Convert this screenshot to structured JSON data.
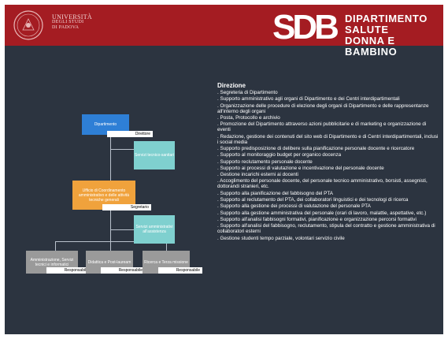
{
  "header": {
    "university_name": [
      "UNIVERSITÀ",
      "DEGLI STUDI",
      "DI PADOVA"
    ],
    "logo_letters": "SDB",
    "department_name": [
      "DIPARTIMENTO SALUTE",
      "DONNA E BAMBINO"
    ]
  },
  "org_chart": {
    "dipartimento": "Dipartimento",
    "direttore": "Direttore",
    "servizi_tecnico_sanitari": "Servizi tecnico-sanitari",
    "ufficio_coordinamento": "Ufficio di Coordinamento amministrativo e delle attività tecniche generali",
    "segretario": "Segretario",
    "servizi_amministrativi": "Servizi amministrativi all'assistenza",
    "units": [
      {
        "name": "Amministrazione, Servizi tecnici e informatici",
        "role": "Responsabile"
      },
      {
        "name": "Didattica e Post-lauream",
        "role": "Responsabile"
      },
      {
        "name": "Ricerca e Terza missione",
        "role": "Responsabile"
      }
    ]
  },
  "direzione": {
    "title": "Direzione",
    "items": [
      ". Segreteria di Dipartimento",
      ". Supporto amministrativo agli organi di Dipartimento e dei Centri interdipartimentali",
      ". Organizzazione delle procedure di elezione degli organi di Dipartimento e delle rappresentanze all'interno degli organi",
      ". Posta, Protocollo e archivio",
      ". Promozione del Dipartimento attraverso azioni pubblicitarie e di marketing e organizzazione di eventi",
      ". Redazione, gestione dei contenuti del sito web di Dipartimento e di Centri interdipartimentali, inclusi i social media",
      ". Supporto predisposizione di delibere sulla pianificazione personale docente e ricercatore",
      ". Supporto al monitoraggio budget per organico docenza",
      ". Supporto reclutamento personale docente",
      ". Supporto ai processi di valutazione e incentivazione del personale docente",
      ". Gestione incarichi esterni ai docenti",
      ". Accoglimento del personale docente, del personale tecnico amministrativo, borsisti, assegnisti, dottorandi stranieri, etc.",
      ". Supporto alla pianificazione del fabbisogno del PTA",
      ". Supporto al reclutamento del PTA, dei collaboratori linguistici e dei tecnologi di ricerca",
      ". Supporto alla gestione dei processi di valutazione del personale PTA",
      ". Supporto alla gestione amministrativa del personale (orari di lavoro, malattie, aspettative, etc.)",
      ". Supporto all'analisi fabbisogni formativi, pianificazione e organizzazione percorsi formativi",
      ". Supporto all'analisi del fabbisogno, reclutamento, stipula del contratto e gestione amministrativa di collaboratori esterni",
      ". Gestione studenti tempo parziale, volontari servizio civile"
    ]
  },
  "colors": {
    "background": "#2c3440",
    "header": "#a41c22",
    "dipartimento_box": "#2e7fd6",
    "ufficio_box": "#f0a23c",
    "servizi_box": "#7fd0cf",
    "unit_box": "#9a9a9a"
  }
}
